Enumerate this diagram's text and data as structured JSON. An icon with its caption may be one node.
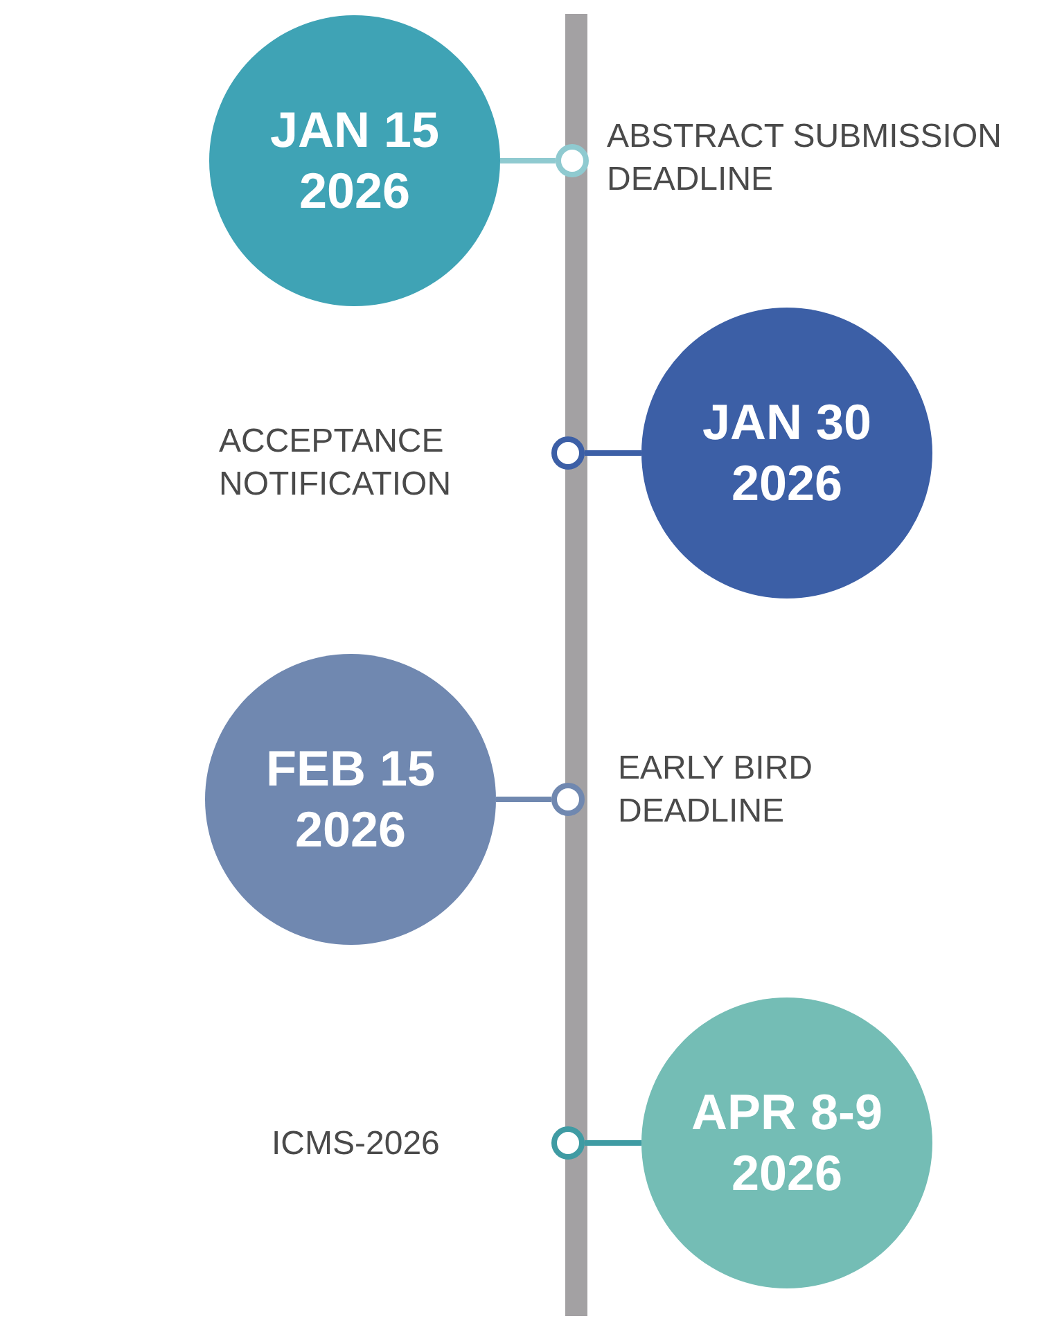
{
  "diagram": {
    "nodes": [
      {
        "text": [
          "JAN 15 2026"
        ]
      },
      {
        "text": [],
        "shape": "circle",
        "beside": [
          "ABSTRACT SUBMISSION DEADLINE"
        ]
      },
      {
        "text": [],
        "shape": "circle",
        "beside": [
          "ACCEPTANCE NOTIFICATION"
        ]
      },
      {
        "text": [
          "JAN 30 2026"
        ]
      },
      {
        "text": [
          "FEB 15 2026"
        ]
      },
      {
        "text": [],
        "shape": "circle",
        "beside": [
          "EARLY BIRD DEADLINE"
        ]
      },
      {
        "text": [],
        "shape": "circle",
        "beside": [
          "ICMS-2026"
        ]
      },
      {
        "text": [
          "APR 8-9 2026"
        ]
      },
      {
        "text": [],
        "shape": "bar"
      }
    ],
    "edges": [
      {
        "from": 0,
        "to": 1,
        "arrow": "none",
        "color": "#8fcad0"
      },
      {
        "from": 2,
        "to": 3,
        "arrow": "none",
        "color": "#3c5fa6"
      },
      {
        "from": 4,
        "to": 5,
        "arrow": "none",
        "color": "#7088b0"
      },
      {
        "from": 6,
        "to": 7,
        "arrow": "none",
        "color": "#3f9ba3"
      }
    ]
  }
}
